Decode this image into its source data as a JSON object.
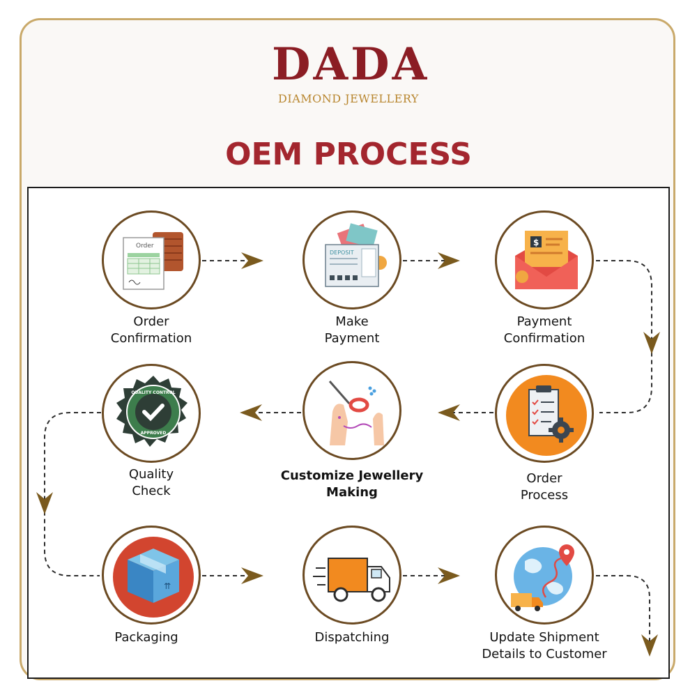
{
  "brand": {
    "name": "DADA",
    "tagline": "DIAMOND JEWELLERY"
  },
  "title": "OEM PROCESS",
  "steps": [
    {
      "line1": "Order",
      "line2": "Confirmation",
      "icon": "order-form-icon",
      "icon_text": "Order"
    },
    {
      "line1": "Make",
      "line2": "Payment",
      "icon": "deposit-payment-icon",
      "icon_text": "DEPOSIT"
    },
    {
      "line1": "Payment",
      "line2": "Confirmation",
      "icon": "payment-envelope-icon",
      "icon_text": "$"
    },
    {
      "line1": "Order",
      "line2": "Process",
      "icon": "checklist-gear-icon"
    },
    {
      "line1": "Customize Jewellery",
      "line2": "Making",
      "icon": "hands-crafting-icon"
    },
    {
      "line1": "Quality",
      "line2": "Check",
      "icon": "quality-badge-icon",
      "icon_text": "QUALITY CONTROL · APPROVED"
    },
    {
      "line1": "Packaging",
      "line2": "",
      "icon": "package-box-icon"
    },
    {
      "line1": "Dispatching",
      "line2": "",
      "icon": "delivery-truck-icon"
    },
    {
      "line1": "Update Shipment",
      "line2": "Details to Customer",
      "icon": "globe-location-icon"
    }
  ],
  "colors": {
    "brand": "#8b1d24",
    "gold": "#b8862f",
    "arrow": "#7a5a1e",
    "title": "#a3262e"
  }
}
